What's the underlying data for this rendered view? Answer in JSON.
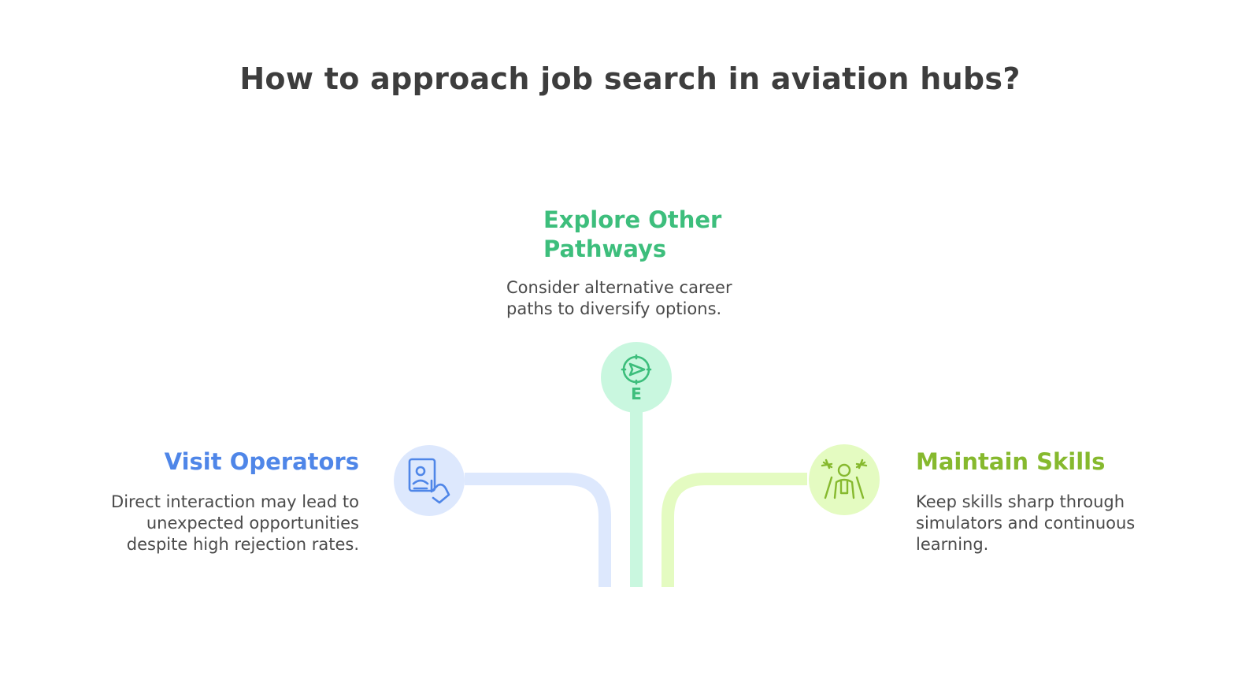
{
  "title": "How to approach job search in aviation hubs?",
  "branches": {
    "visit": {
      "heading": "Visit Operators",
      "description": "Direct interaction may lead to unexpected opportunities despite high rejection rates.",
      "icon": "id-card-tap-icon",
      "color": "#4f86e8",
      "light": "#dde8fd"
    },
    "explore": {
      "heading": "Explore Other Pathways",
      "description": "Consider alternative career paths to diversify options.",
      "icon": "compass-icon",
      "color": "#3dbe7c",
      "light": "#c9f7df"
    },
    "maintain": {
      "heading": "Maintain Skills",
      "description": "Keep skills sharp through simulators and continuous learning.",
      "icon": "pilot-icon",
      "color": "#86b92e",
      "light": "#e4fbc1"
    }
  }
}
